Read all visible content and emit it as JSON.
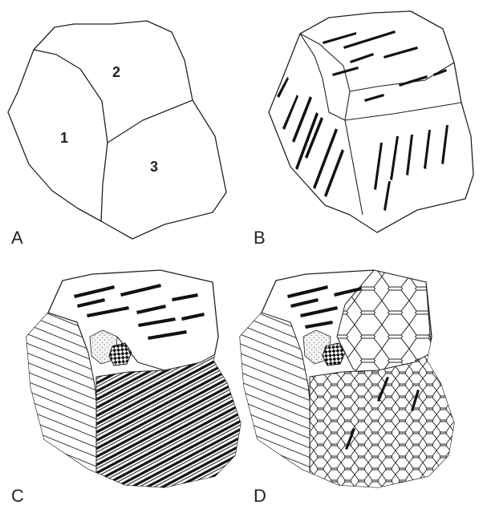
{
  "figure": {
    "panels": [
      {
        "letter": "A",
        "grain_labels": [
          "1",
          "2",
          "3"
        ]
      },
      {
        "letter": "B"
      },
      {
        "letter": "C"
      },
      {
        "letter": "D"
      }
    ]
  }
}
